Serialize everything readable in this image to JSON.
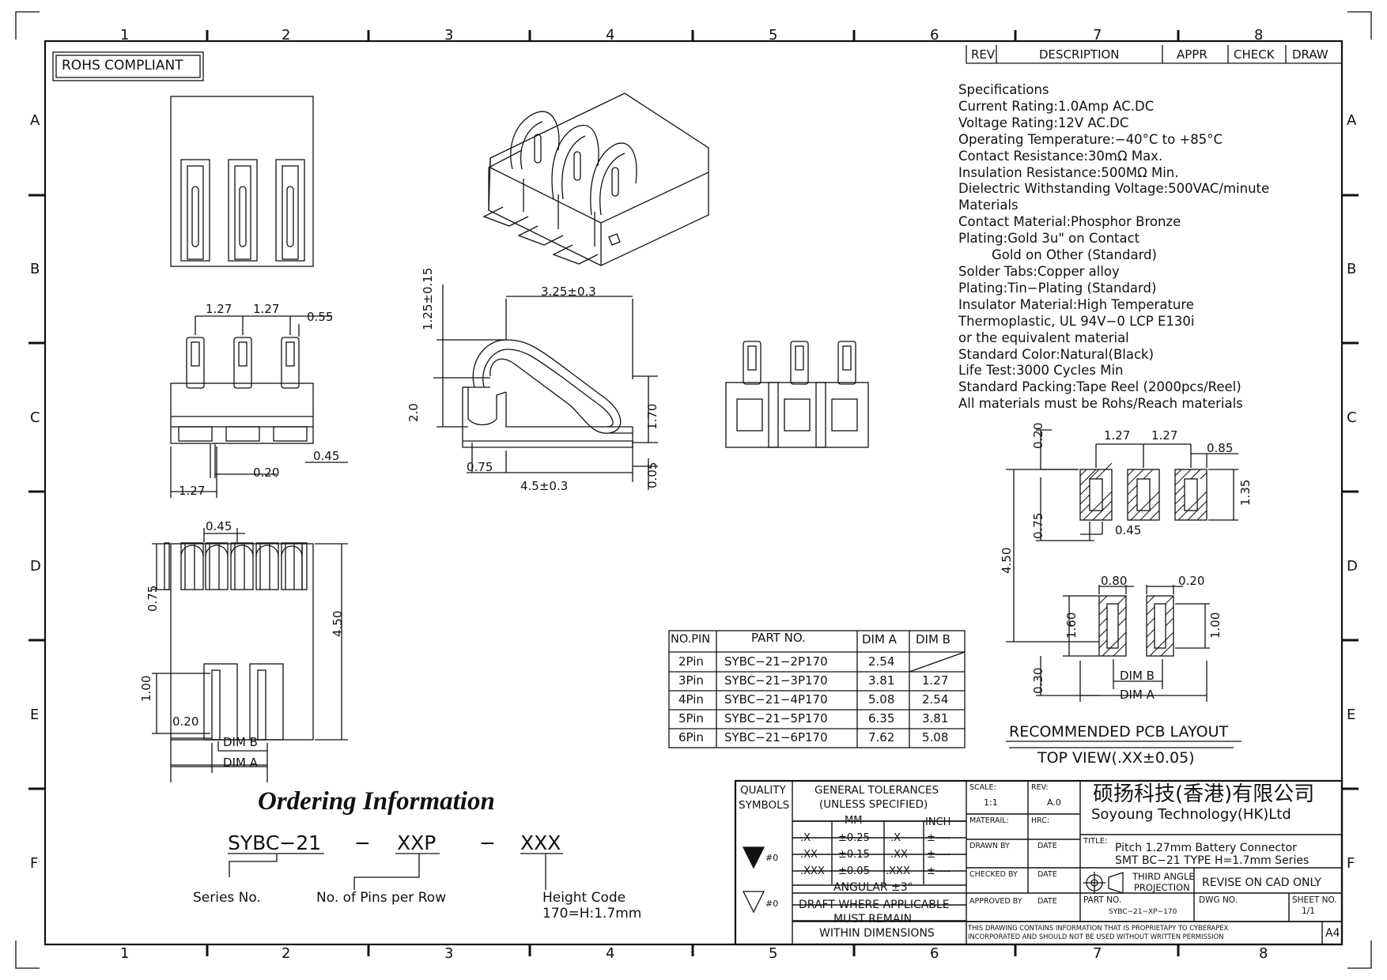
{
  "zone_cols": [
    "1",
    "2",
    "3",
    "4",
    "5",
    "6",
    "7",
    "8"
  ],
  "zone_rows": [
    "A",
    "B",
    "C",
    "D",
    "E",
    "F"
  ],
  "rohs": "ROHS COMPLIANT",
  "rev_table": {
    "rev": "REV",
    "description": "DESCRIPTION",
    "appr": "APPR",
    "check": "CHECK",
    "draw": "DRAW"
  },
  "specs": [
    "Specifications",
    "Current Rating:1.0Amp AC.DC",
    "Voltage Rating:12V AC.DC",
    "Operating Temperature:−40°C to +85°C",
    "Contact Resistance:30mΩ Max.",
    "Insulation Resistance:500MΩ Min.",
    "Dielectric Withstanding Voltage:500VAC/minute",
    "Materials",
    "Contact Material:Phosphor Bronze",
    "Plating:Gold 3u\" on Contact",
    "        Gold on Other (Standard)",
    "Solder Tabs:Copper alloy",
    "Plating:Tin−Plating (Standard)",
    "Insulator Material:High Temperature",
    "Thermoplastic, UL 94V−0 LCP E130i",
    "or the equivalent material",
    "Standard Color:Natural(Black)",
    "Life Test:3000 Cycles Min",
    "Standard Packing:Tape Reel (2000pcs/Reel)",
    "All materials must be Rohs/Reach materials"
  ],
  "dims": {
    "pitch": "1.27",
    "d055": "0.55",
    "d045": "0.45",
    "d020": "0.20",
    "d075": "0.75",
    "d450": "4.50",
    "d100": "1.00",
    "dim_a": "DIM A",
    "dim_b": "DIM B",
    "side_top": "3.25±0.3",
    "side_height": "1.25±0.15",
    "side_20": "2.0",
    "side_170": "1.70",
    "side_075": "0.75",
    "side_bottom": "4.5±0.3",
    "side_005": "0.05",
    "pcb_085": "0.85",
    "pcb_135": "1.35",
    "pcb_080": "0.80",
    "pcb_160": "1.60",
    "pcb_030": "0.30"
  },
  "pin_table": {
    "headers": [
      "NO.PIN",
      "PART NO.",
      "DIM A",
      "DIM B"
    ],
    "rows": [
      [
        "2Pin",
        "SYBC−21−2P170",
        "2.54",
        ""
      ],
      [
        "3Pin",
        "SYBC−21−3P170",
        "3.81",
        "1.27"
      ],
      [
        "4Pin",
        "SYBC−21−4P170",
        "5.08",
        "2.54"
      ],
      [
        "5Pin",
        "SYBC−21−5P170",
        "6.35",
        "3.81"
      ],
      [
        "6Pin",
        "SYBC−21−6P170",
        "7.62",
        "5.08"
      ]
    ]
  },
  "pcb_layout": {
    "title": "RECOMMENDED PCB LAYOUT",
    "subtitle": "TOP VIEW(.XX±0.05)"
  },
  "ordering": {
    "title": "Ordering Information",
    "code1": "SYBC−21",
    "dash": "−",
    "code2": "XXP",
    "code3": "XXX",
    "label1": "Series No.",
    "label2": "No. of Pins per Row",
    "label3a": "Height Code",
    "label3b": "170=H:1.7mm"
  },
  "title_block": {
    "quality": "QUALITY",
    "symbols": "SYMBOLS",
    "sym1": "▼",
    "sym2": "▽",
    "sym_small": "#0",
    "gen_tol": "GENERAL TOLERANCES",
    "unless": "(UNLESS SPECIFIED)",
    "mm": "MM",
    "inch": "INCH",
    "tol_rows": [
      [
        ".X",
        "±0.25",
        ".X",
        "±----"
      ],
      [
        ".XX",
        "±0.15",
        ".XX",
        "±----"
      ],
      [
        ".XXX",
        "±0.05",
        ".XXX",
        "±----"
      ]
    ],
    "angular": "ANGULAR ±3°",
    "draft1": "DRAFT WHERE APPLICABLE",
    "draft2": "MUST REMAIN",
    "draft3": "WITHIN DIMENSIONS",
    "scale_lbl": "SCALE:",
    "scale_val": "1:1",
    "rev_lbl": "REV:",
    "rev_val": "A.0",
    "material": "MATERAIL:",
    "hrc": "HRC:",
    "drawn": "DRAWN BY",
    "checked": "CHECKED BY",
    "approved": "APPROVED BY",
    "date": "DATE",
    "company_cn": "硕扬科技(香港)有限公司",
    "company_en": "Soyoung Technology(HK)Ltd",
    "title_lbl": "TITLE:",
    "title1": "Pitch 1.27mm Battery Connector",
    "title2": "SMT BC−21 TYPE H=1.7mm Series",
    "third1": "THIRD ANGLE",
    "third2": "PROJECTION",
    "revise": "REVISE ON CAD ONLY",
    "part_lbl": "PART NO.",
    "part_val": "SYBC−21−XP−170",
    "dwg": "DWG NO.",
    "sheet_lbl": "SHEET NO.",
    "sheet_val": "1/1",
    "notice1": "THIS DRAWING CONTAINS INFORMATION THAT IS PROPRIETAPY TO CYBERAPEX",
    "notice2": "INCORPORATED AND SHOULD NOT BE USED WITHOUT WRITTEN PERMISSION",
    "size": "A4"
  }
}
